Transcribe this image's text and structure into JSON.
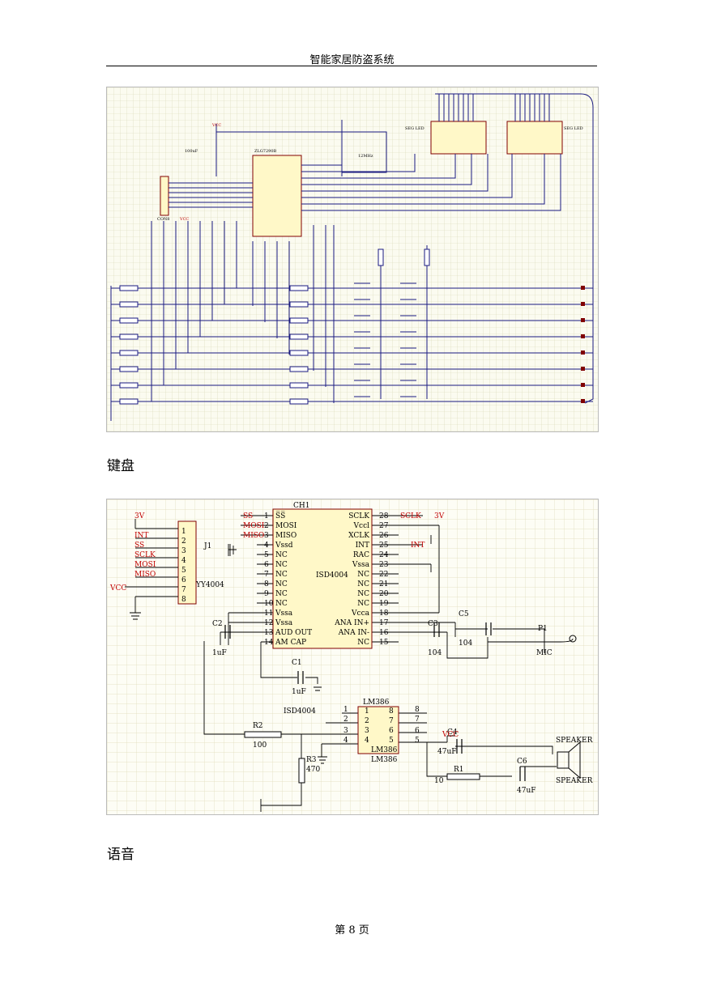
{
  "header": {
    "title": "智能家居防盗系统"
  },
  "figure1": {
    "caption": "键盘",
    "labels": {
      "vcc_top": "VCC",
      "seg1": "SEG LED",
      "seg2": "SEG LED",
      "chip": "ZLG7290B",
      "vcc_mid": "VCC",
      "conn": "CON8",
      "cap1": "100uF",
      "osc": "12MHz"
    }
  },
  "figure2": {
    "caption": "语音",
    "left_signals": [
      "3V",
      "INT",
      "SS",
      "SCLK",
      "MOSI",
      "MISO"
    ],
    "vcc": "VCC",
    "conn_pins": [
      "1",
      "2",
      "3",
      "4",
      "5",
      "6",
      "7",
      "8"
    ],
    "conn_name": "YY4004",
    "j1": "J1",
    "chip_name": "CH1",
    "chip_part": "ISD4004",
    "chip_left": [
      [
        "SS",
        "1",
        "S̅S̅"
      ],
      [
        "MOSI",
        "2",
        "MOSI"
      ],
      [
        "MISO",
        "3",
        "MISO"
      ],
      [
        "",
        "4",
        "Vssd"
      ],
      [
        "",
        "5",
        "NC"
      ],
      [
        "",
        "6",
        "NC"
      ],
      [
        "",
        "7",
        "NC"
      ],
      [
        "",
        "8",
        "NC"
      ],
      [
        "",
        "9",
        "NC"
      ],
      [
        "",
        "10",
        "NC"
      ],
      [
        "",
        "11",
        "Vssa"
      ],
      [
        "",
        "12",
        "Vssa"
      ],
      [
        "",
        "13",
        "AUD OUT"
      ],
      [
        "",
        "14",
        "AM CAP"
      ]
    ],
    "chip_right": [
      [
        "28",
        "SCLK"
      ],
      [
        "27",
        "Vccl"
      ],
      [
        "26",
        "XCLK"
      ],
      [
        "25",
        "INT"
      ],
      [
        "24",
        "RAC"
      ],
      [
        "23",
        "Vssa"
      ],
      [
        "22",
        "NC"
      ],
      [
        "21",
        "NC"
      ],
      [
        "20",
        "NC"
      ],
      [
        "19",
        "NC"
      ],
      [
        "18",
        "Vcca"
      ],
      [
        "17",
        "ANA IN+"
      ],
      [
        "16",
        "ANA IN-"
      ],
      [
        "15",
        "NC"
      ]
    ],
    "right_sig": {
      "sclk": "SCLK",
      "v3": "3V",
      "int": "INT"
    },
    "c2": "C2",
    "c2v": "1uF",
    "c1": "C1",
    "c1v": "1uF",
    "c3": "C3",
    "c3v": "104",
    "c5": "C5",
    "c5v": "104",
    "p1": "P1",
    "mic": "MIC",
    "lm_title": "LM386",
    "lm_pins_l": [
      "1",
      "2",
      "3",
      "4"
    ],
    "lm_pins_r": [
      "8",
      "7",
      "6",
      "5"
    ],
    "lm_name1": "LM386",
    "lm_name2": "LM386",
    "isd_label": "ISD4004",
    "r2": "R2",
    "r2v": "100",
    "r3": "R3",
    "r3v": "470",
    "c4": "C4",
    "c4v": "47uF",
    "vcc2": "VCC",
    "r1": "R1",
    "r1v": "10",
    "c6": "C6",
    "c6v": "47uF",
    "spk1": "SPEAKER",
    "spk2": "SPEAKER"
  },
  "footer": {
    "page": "第 8 页"
  }
}
